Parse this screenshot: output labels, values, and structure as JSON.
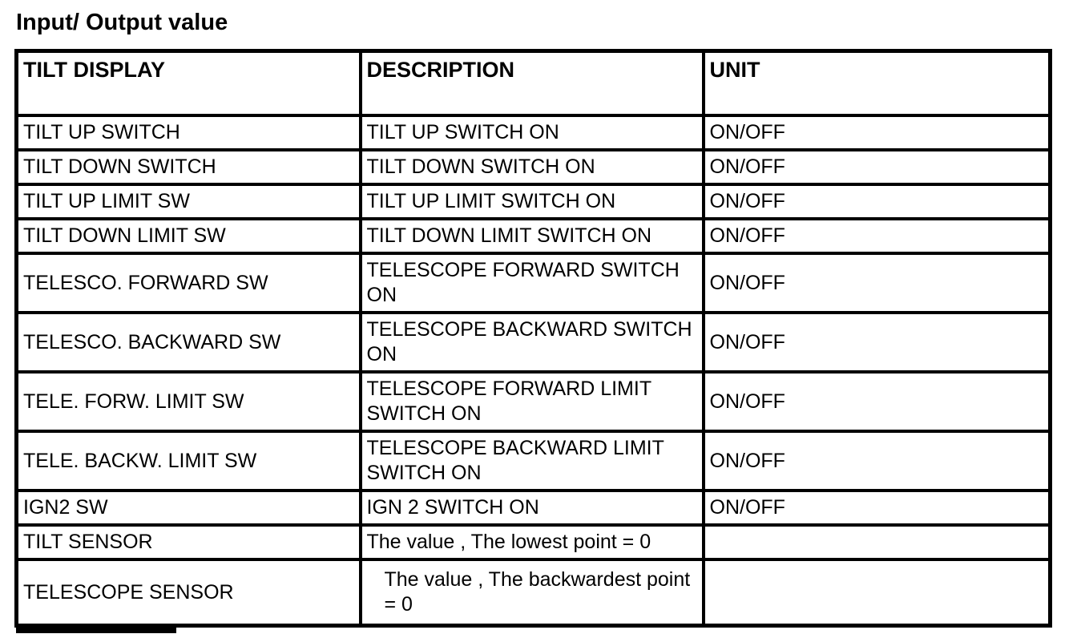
{
  "page_title": "Input/ Output value",
  "table": {
    "headers": [
      "TILT DISPLAY",
      "DESCRIPTION",
      "UNIT"
    ],
    "rows": [
      {
        "display": "TILT UP SWITCH",
        "description": "TILT UP SWITCH ON",
        "unit": "ON/OFF"
      },
      {
        "display": "TILT DOWN SWITCH",
        "description": "TILT DOWN SWITCH ON",
        "unit": "ON/OFF"
      },
      {
        "display": "TILT UP LIMIT SW",
        "description": "TILT UP LIMIT SWITCH ON",
        "unit": "ON/OFF"
      },
      {
        "display": "TILT DOWN LIMIT SW",
        "description": "TILT DOWN LIMIT SWITCH ON",
        "unit": "ON/OFF"
      },
      {
        "display": "TELESCO. FORWARD SW",
        "description": "TELESCOPE FORWARD SWITCH ON",
        "unit": "ON/OFF"
      },
      {
        "display": "TELESCO. BACKWARD SW",
        "description": "TELESCOPE BACKWARD SWITCH ON",
        "unit": "ON/OFF"
      },
      {
        "display": "TELE. FORW. LIMIT SW",
        "description": "TELESCOPE FORWARD LIMIT SWITCH ON",
        "unit": "ON/OFF"
      },
      {
        "display": "TELE. BACKW. LIMIT SW",
        "description": "TELESCOPE BACKWARD LIMIT SWITCH ON",
        "unit": "ON/OFF"
      },
      {
        "display": "IGN2 SW",
        "description": "IGN 2 SWITCH ON",
        "unit": "ON/OFF"
      },
      {
        "display": "TILT SENSOR",
        "description": "The value , The lowest point = 0",
        "unit": ""
      },
      {
        "display": "TELESCOPE SENSOR",
        "description": "The value , The backwardest point = 0",
        "unit": ""
      }
    ]
  },
  "colors": {
    "text": "#000000",
    "background": "#ffffff",
    "border": "#000000"
  }
}
